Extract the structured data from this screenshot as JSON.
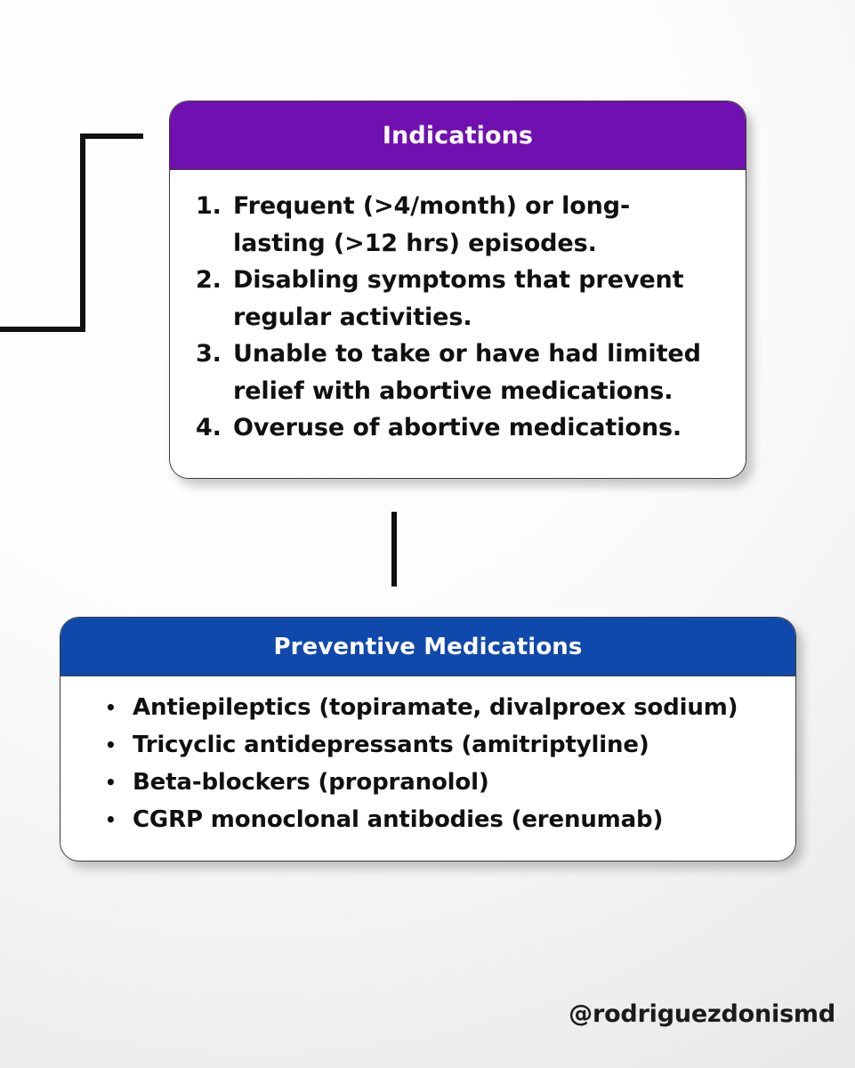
{
  "background": {
    "color_top": "#ffffff",
    "color_bottom": "#e9e9e9"
  },
  "indications": {
    "header": {
      "title": "Indications",
      "background_color": "#7110B0",
      "text_color": "#ffffff"
    },
    "items": [
      {
        "number": "1.",
        "text": "Frequent (>4/month) or long-lasting (>12 hrs) episodes."
      },
      {
        "number": "2.",
        "text": "Disabling symptoms that prevent regular activities."
      },
      {
        "number": "3.",
        "text": "Unable to take or have had limited relief with abortive medications."
      },
      {
        "number": "4.",
        "text": "Overuse of abortive medications."
      }
    ]
  },
  "preventive": {
    "header": {
      "title": "Preventive Medications",
      "background_color": "#1049AC",
      "text_color": "#ffffff"
    },
    "bullet": "•",
    "items": [
      {
        "text": "Antiepileptics (topiramate, divalproex sodium)"
      },
      {
        "text": "Tricyclic antidepressants (amitriptyline)"
      },
      {
        "text": "Beta-blockers (propranolol)"
      },
      {
        "text": "CGRP monoclonal antibodies (erenumab)"
      }
    ]
  },
  "connectors": {
    "color": "#111111",
    "bracket_top_label": "bracket-top-horizontal",
    "bracket_vertical_label": "bracket-left-vertical",
    "bracket_bottom_label": "bracket-bottom-horizontal",
    "between_boxes_label": "vertical-connector"
  },
  "watermark": {
    "handle": "@rodriguezdonismd"
  }
}
